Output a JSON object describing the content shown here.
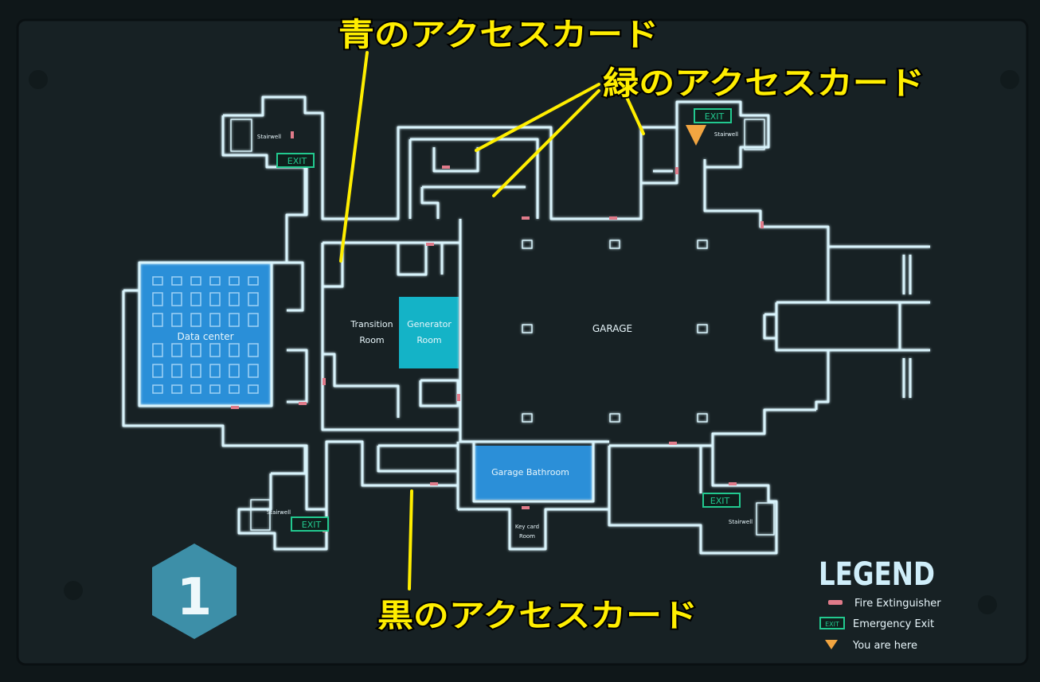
{
  "floor_number": "1",
  "rooms": {
    "data_center": "Data center",
    "transition_room": [
      "Transition",
      "Room"
    ],
    "generator_room": [
      "Generator",
      "Room"
    ],
    "garage": "GARAGE",
    "garage_bathroom": "Garage Bathroom",
    "key_card_room": [
      "Key card",
      "Room"
    ],
    "stairwell": "Stairwell"
  },
  "exit_sign": "EXIT",
  "annotations": {
    "blue_card": "青のアクセスカード",
    "green_card": "緑のアクセスカード",
    "black_card": "黒のアクセスカード"
  },
  "legend": {
    "title": "LEGEND",
    "items": [
      {
        "label": "Fire Extinguisher",
        "icon": "fire-extinguisher-icon",
        "color": "#e07b8a"
      },
      {
        "label": "Emergency Exit",
        "icon": "exit-sign-icon",
        "color": "#22c98f"
      },
      {
        "label": "You are here",
        "icon": "you-are-here-icon",
        "color": "#f2a541"
      }
    ]
  },
  "colors": {
    "background": "#0f1719",
    "panel": "#172124",
    "wall": "#d8f3fb",
    "room_fill": "#2b8fd8",
    "generator_fill": "#14b3c7",
    "badge": "#3d8fa8",
    "annotation": "#ffee00"
  }
}
